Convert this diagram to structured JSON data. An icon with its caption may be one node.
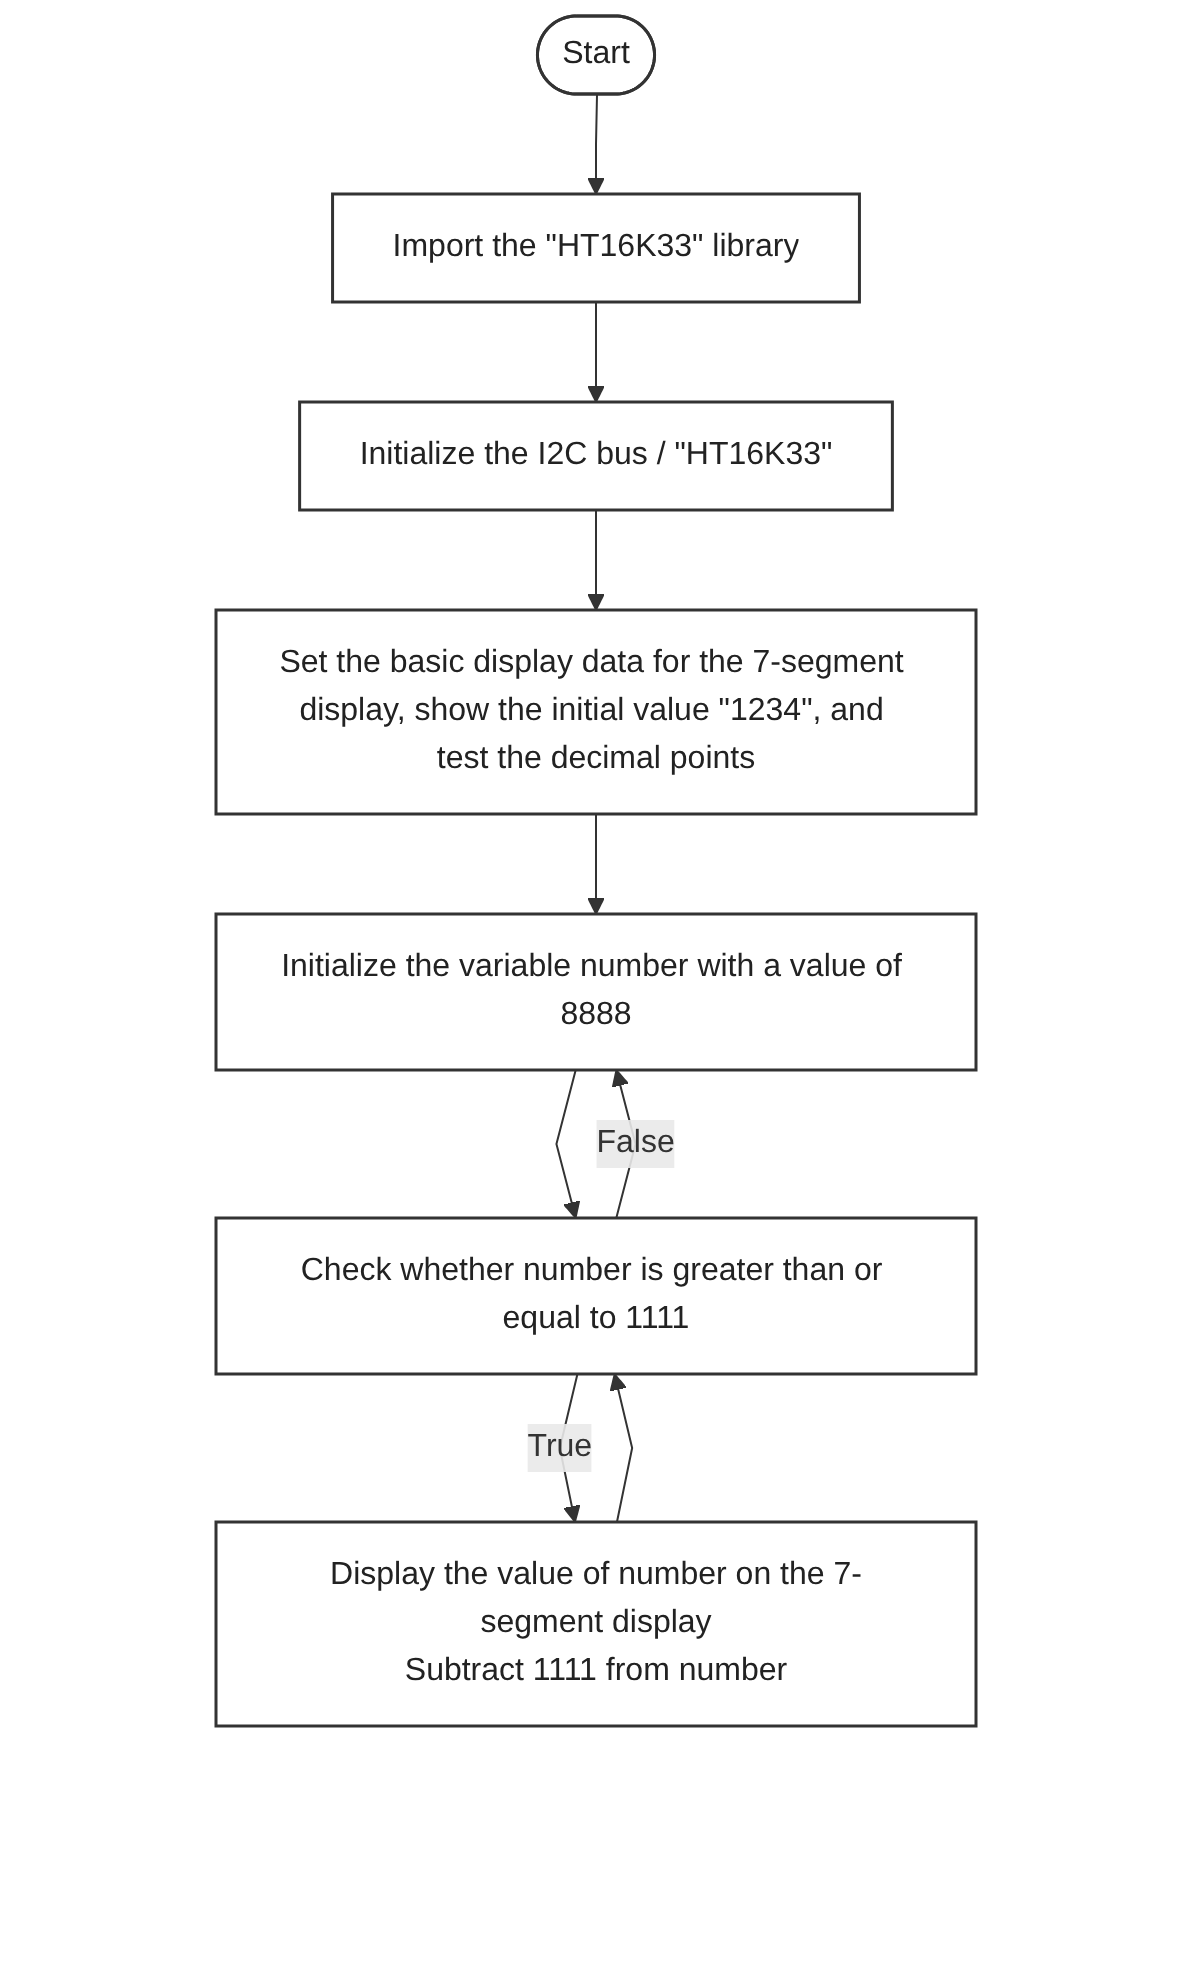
{
  "diagram": {
    "nodes": [
      {
        "text": [
          "Start"
        ]
      },
      {
        "text": [
          "Import the \"HT16K33\" library"
        ]
      },
      {
        "text": [
          "Initialize the I2C bus / \"HT16K33\""
        ]
      },
      {
        "text": [
          "Set the basic display data for the 7-segment display, show the initial value \"1234\", and test the decimal points"
        ]
      },
      {
        "text": [
          "Initialize the variable number with a value of 8888"
        ]
      },
      {
        "text": [
          "Check whether number is greater than or equal to 1111"
        ]
      },
      {
        "text": [
          "Display the value of number on the 7-segment display",
          "Subtract 1111 from number"
        ]
      }
    ],
    "edges": [
      {
        "from": 0,
        "to": 1,
        "arrow": "to"
      },
      {
        "from": 1,
        "to": 2,
        "arrow": "to"
      },
      {
        "from": 2,
        "to": 3,
        "arrow": "to"
      },
      {
        "from": 3,
        "to": 4,
        "arrow": "to"
      },
      {
        "from": 4,
        "to": 5,
        "arrow": "to"
      },
      {
        "from": 5,
        "to": 6,
        "label": "True",
        "arrow": "to"
      },
      {
        "from": 5,
        "to": 4,
        "label": "False",
        "arrow": "to"
      },
      {
        "from": 6,
        "to": 5,
        "arrow": "to"
      }
    ]
  }
}
